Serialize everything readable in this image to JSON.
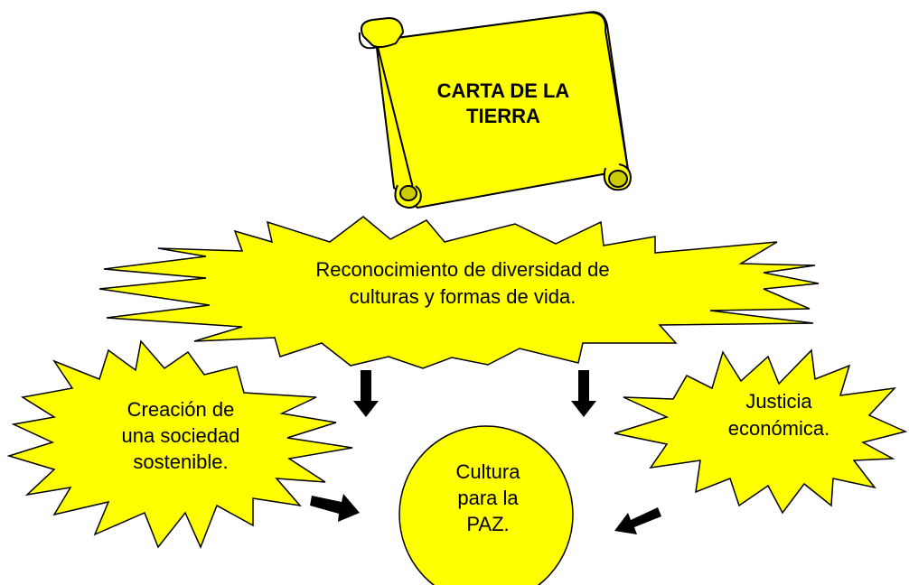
{
  "colors": {
    "fill": "#ffff00",
    "scroll_shadow": "#cccc00",
    "stroke": "#000000",
    "arrow": "#000000"
  },
  "scroll": {
    "line1": "CARTA DE LA",
    "line2": "TIERRA"
  },
  "top_burst": {
    "line1": "Reconocimiento de diversidad de",
    "line2": "culturas y formas de vida."
  },
  "left_burst": {
    "line1": "Creación de",
    "line2": "una sociedad",
    "line3": "sostenible."
  },
  "right_burst": {
    "line1": "Justicia",
    "line2": "económica."
  },
  "center_circle": {
    "line1": "Cultura",
    "line2": "para la",
    "line3": "PAZ."
  }
}
